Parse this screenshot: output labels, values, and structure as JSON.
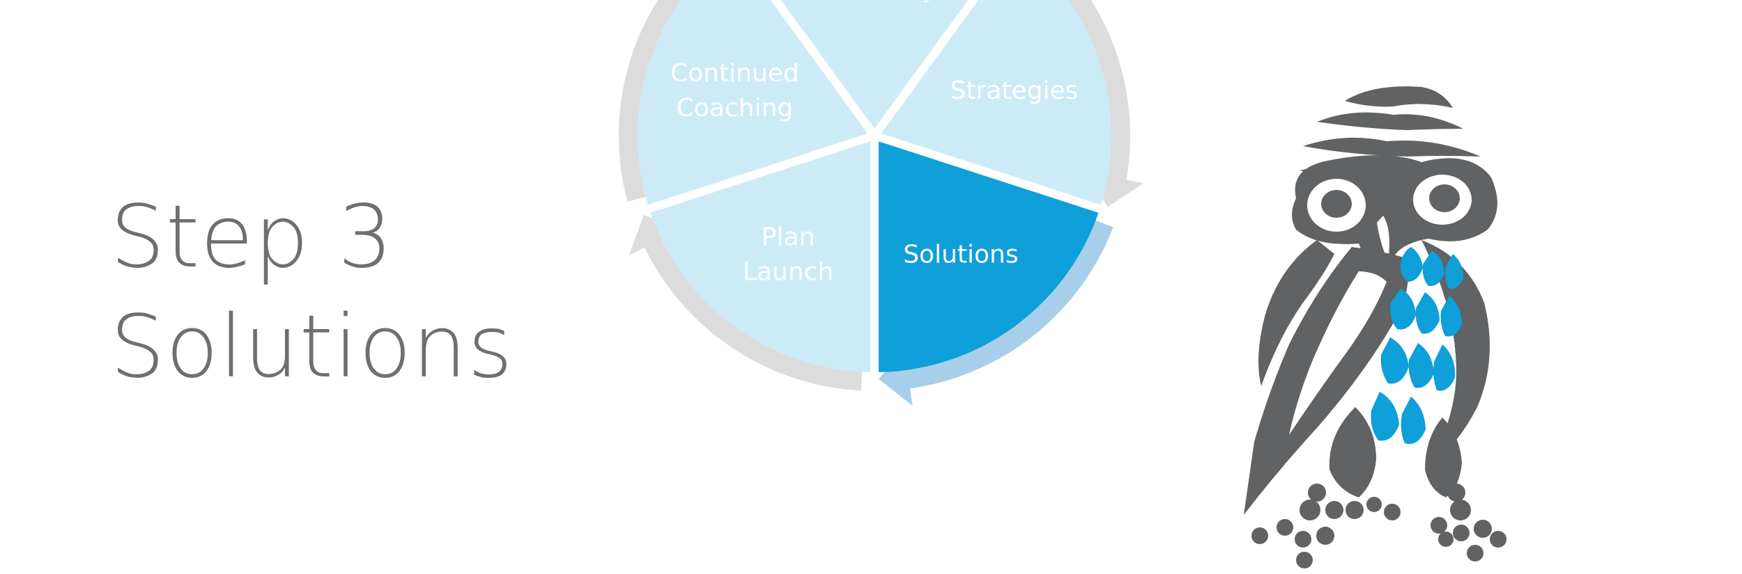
{
  "slide": {
    "title_line1": "Step 3",
    "title_line2": "Solutions"
  },
  "cycle": {
    "segments": [
      {
        "id": "continued-coaching",
        "lines": [
          "Continued",
          "Coaching"
        ],
        "active": false
      },
      {
        "id": "discovery",
        "lines": [
          "Discovery"
        ],
        "active": false
      },
      {
        "id": "strategies",
        "lines": [
          "Strategies"
        ],
        "active": false
      },
      {
        "id": "solutions",
        "lines": [
          "Solutions"
        ],
        "active": true
      },
      {
        "id": "plan-launch",
        "lines": [
          "Plan",
          "Launch"
        ],
        "active": false
      }
    ],
    "colors": {
      "segment_fill": "#cdebf7",
      "active_fill": "#0f9fd9",
      "arrow_gray": "#dcdcdc",
      "active_arrow": "#a8cfe9",
      "divider": "#ffffff"
    }
  },
  "owl": {
    "icon": "owl-icon",
    "colors": {
      "body": "#616263",
      "feathers": "#0f9fd9"
    }
  },
  "colors": {
    "title_text": "#6f6f6f",
    "background": "#ffffff"
  }
}
